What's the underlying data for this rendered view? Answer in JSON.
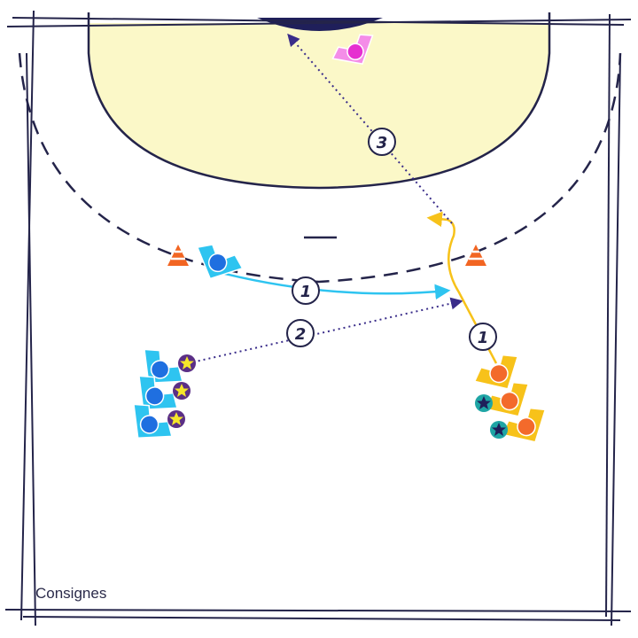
{
  "caption": "Consignes",
  "step_labels": {
    "step1_left": "1",
    "step1_right": "1",
    "step2": "2",
    "step3": "3"
  },
  "colors": {
    "court_lines": "#24244a",
    "goal_area": "#fbf8c8",
    "goal": "#1f1f5a",
    "team_blue": "#2ec4f0",
    "team_blue_dot": "#1f6fe0",
    "team_orange": "#f7c21a",
    "team_orange_dot": "#f36a2b",
    "goalkeeper": "#f48de8",
    "goalkeeper_dot": "#e62fd0",
    "star_yellow": "#f5e62a",
    "star_purple_ring": "#5b2f86",
    "star_dark": "#1f1f5a",
    "star_teal_ring": "#1fa5a5",
    "cone_orange": "#f26522",
    "pass_line": "#3a2d8a",
    "run_blue": "#2ec4f0",
    "run_yellow": "#f7c21a"
  },
  "icons": [
    "cone-icon",
    "star-icon",
    "ball-icon",
    "arrow-icon"
  ]
}
